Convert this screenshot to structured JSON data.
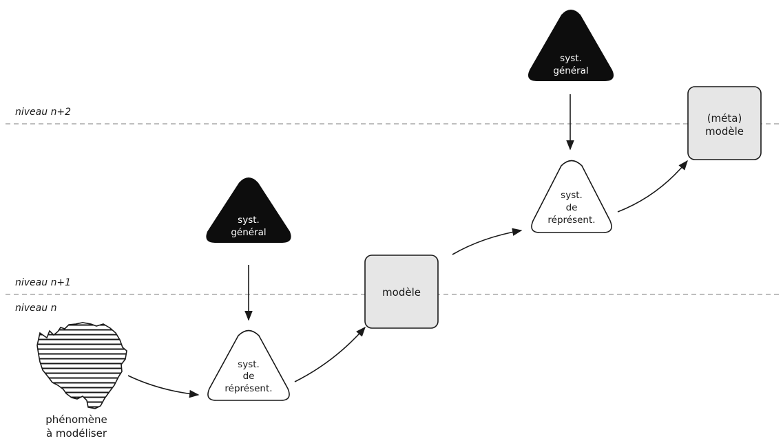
{
  "levels": {
    "n_plus_2": "niveau n+2",
    "n_plus_1": "niveau n+1",
    "n": "niveau n"
  },
  "phenomenon": {
    "caption_line1": "phénomène",
    "caption_line2": "à modéliser"
  },
  "general_system_1": {
    "line1": "syst.",
    "line2": "général"
  },
  "representation_system_1": {
    "line1": "syst.",
    "line2": "de",
    "line3": "réprésent."
  },
  "model_box": {
    "label": "modèle"
  },
  "general_system_2": {
    "line1": "syst.",
    "line2": "général"
  },
  "representation_system_2": {
    "line1": "syst.",
    "line2": "de",
    "line3": "réprésent."
  },
  "meta_model_box": {
    "line1": "(méta)",
    "line2": "modèle"
  },
  "colors": {
    "dark_fill": "#0d0d0d",
    "box_fill": "#e6e6e6",
    "dashed_line": "#a9a9a9"
  }
}
